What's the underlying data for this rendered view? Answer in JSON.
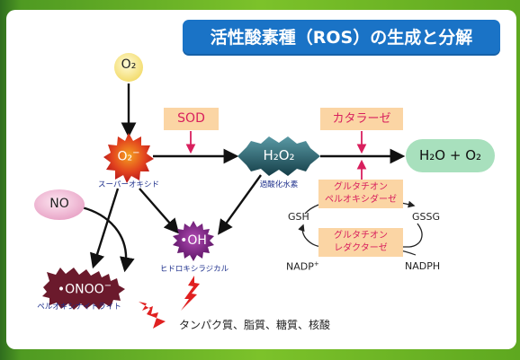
{
  "title": "活性酸素種（ROS）の生成と分解",
  "nodes": {
    "o2": "O₂",
    "superoxide_symbol": "O₂",
    "superoxide_charge": "−",
    "superoxide_label": "スーパーオキシド",
    "h2o2": "H₂O₂",
    "h2o2_label": "過酸化水素",
    "water_oxygen": "H₂O + O₂",
    "no": "NO",
    "oh": "•OH",
    "oh_label": "ヒドロキシラジカル",
    "onoo": "•ONOO",
    "onoo_charge": "−",
    "onoo_label": "ペルオキシナイトライト",
    "targets": "タンパク質、脂質、糖質、核酸"
  },
  "enzymes": {
    "sod": "SOD",
    "catalase": "カタラーゼ",
    "gpx_line1": "グルタチオン",
    "gpx_line2": "ペルオキシダーゼ",
    "gr_line1": "グルタチオン",
    "gr_line2": "レダクターゼ"
  },
  "cycle": {
    "gsh": "GSH",
    "gssg": "GSSG",
    "nadp": "NADP",
    "nadp_sup": "+",
    "nadph": "NADPH"
  },
  "colors": {
    "background_green": "#6fb82a",
    "title_blue": "#1a73c6",
    "enzyme_fill": "#fbd5a4",
    "enzyme_text": "#d81f5d",
    "superoxide_red": "#d8281f",
    "h2o2_teal": "#1f5a67",
    "product_green": "#a8e0bd",
    "no_pink": "#f4c6dd",
    "oh_purple": "#74207c",
    "onoo_maroon": "#6b1a2c",
    "o2_yellow": "#fdf1a9",
    "lightning_red": "#e02020"
  }
}
